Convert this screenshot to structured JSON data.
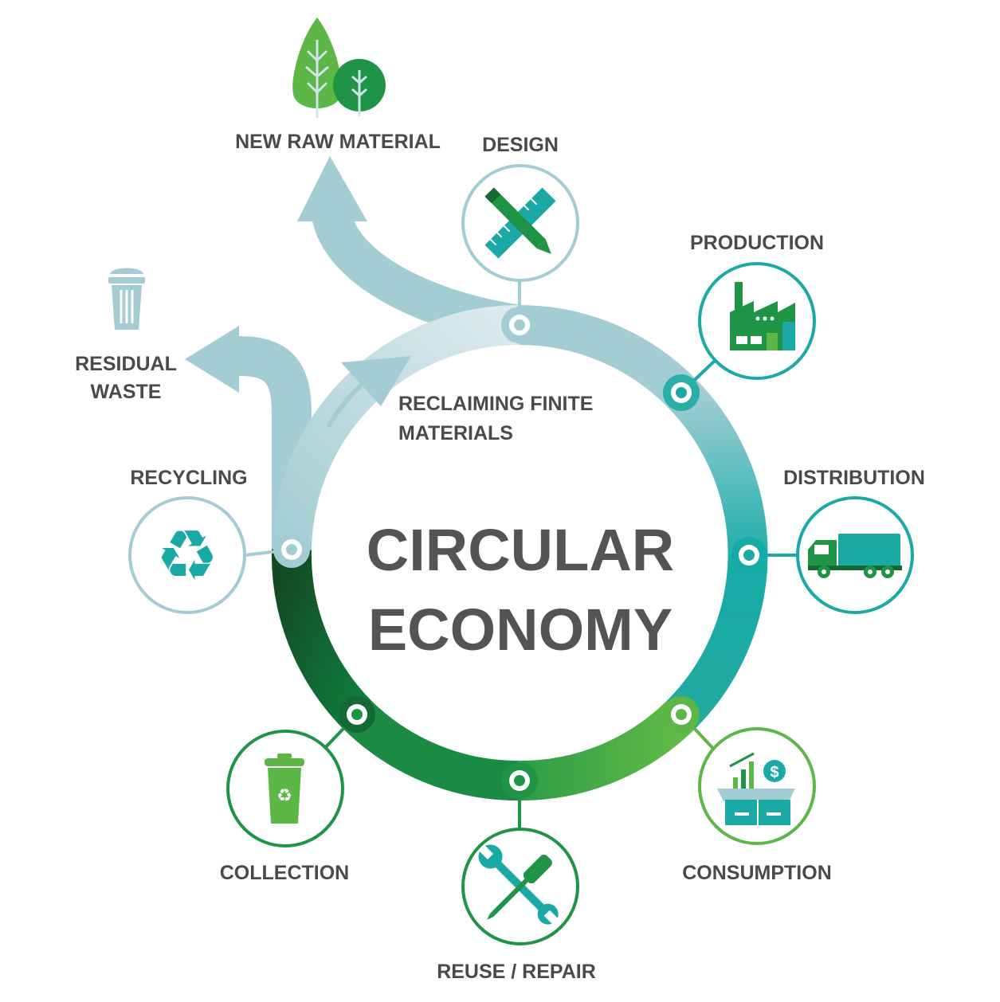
{
  "title": {
    "line1": "CIRCULAR",
    "line2": "ECONOMY"
  },
  "stages": {
    "design": "DESIGN",
    "production": "PRODUCTION",
    "distribution": "DISTRIBUTION",
    "consumption": "CONSUMPTION",
    "reuse_repair": "REUSE / REPAIR",
    "collection": "COLLECTION",
    "recycling": "RECYCLING"
  },
  "outputs": {
    "new_raw_material": "NEW RAW MATERIAL",
    "residual_waste_line1": "RESIDUAL",
    "residual_waste_line2": "WASTE",
    "reclaiming_line1": "RECLAIMING FINITE",
    "reclaiming_line2": "MATERIALS"
  },
  "icons": {
    "consumption_dollar": "$"
  },
  "colors": {
    "light_blue": "#a3cdd3",
    "pale_blue": "#cfe5e8",
    "teal": "#1aa9a5",
    "teal_mid": "#24b0a6",
    "light_green": "#5cb747",
    "green": "#1f9447",
    "dark_green": "#134a24",
    "text": "#4a4a4a"
  }
}
